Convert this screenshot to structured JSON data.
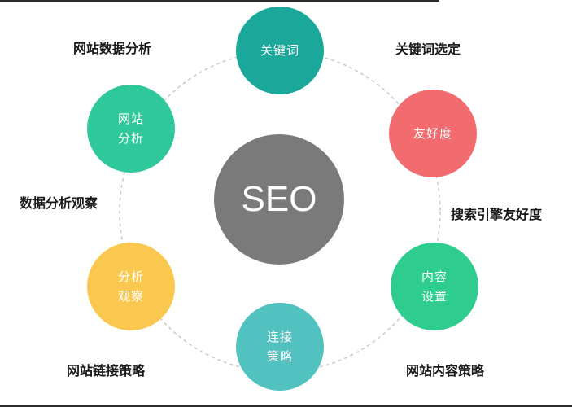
{
  "diagram": {
    "center": {
      "label": "SEO",
      "color": "#7a7a7a"
    },
    "nodes": [
      {
        "id": "keywords",
        "label": "关键词",
        "color": "#1aa89b"
      },
      {
        "id": "friendly",
        "label": "友好度",
        "color": "#f26c6f"
      },
      {
        "id": "content",
        "label": "内容\n设置",
        "color": "#2ecc8f"
      },
      {
        "id": "links",
        "label": "连接\n策略",
        "color": "#52c2c0"
      },
      {
        "id": "observe",
        "label": "分析\n观察",
        "color": "#fbc84f"
      },
      {
        "id": "analysis",
        "label": "网站\n分析",
        "color": "#2ec89a"
      }
    ],
    "captions": {
      "keyword_selection": "关键词选定",
      "search_friendly": "搜索引擎友好度",
      "content_strategy": "网站内容策略",
      "link_strategy": "网站链接策略",
      "data_observation": "数据分析观察",
      "data_analysis": "网站数据分析"
    },
    "ring_color": "#c9c9c9"
  }
}
